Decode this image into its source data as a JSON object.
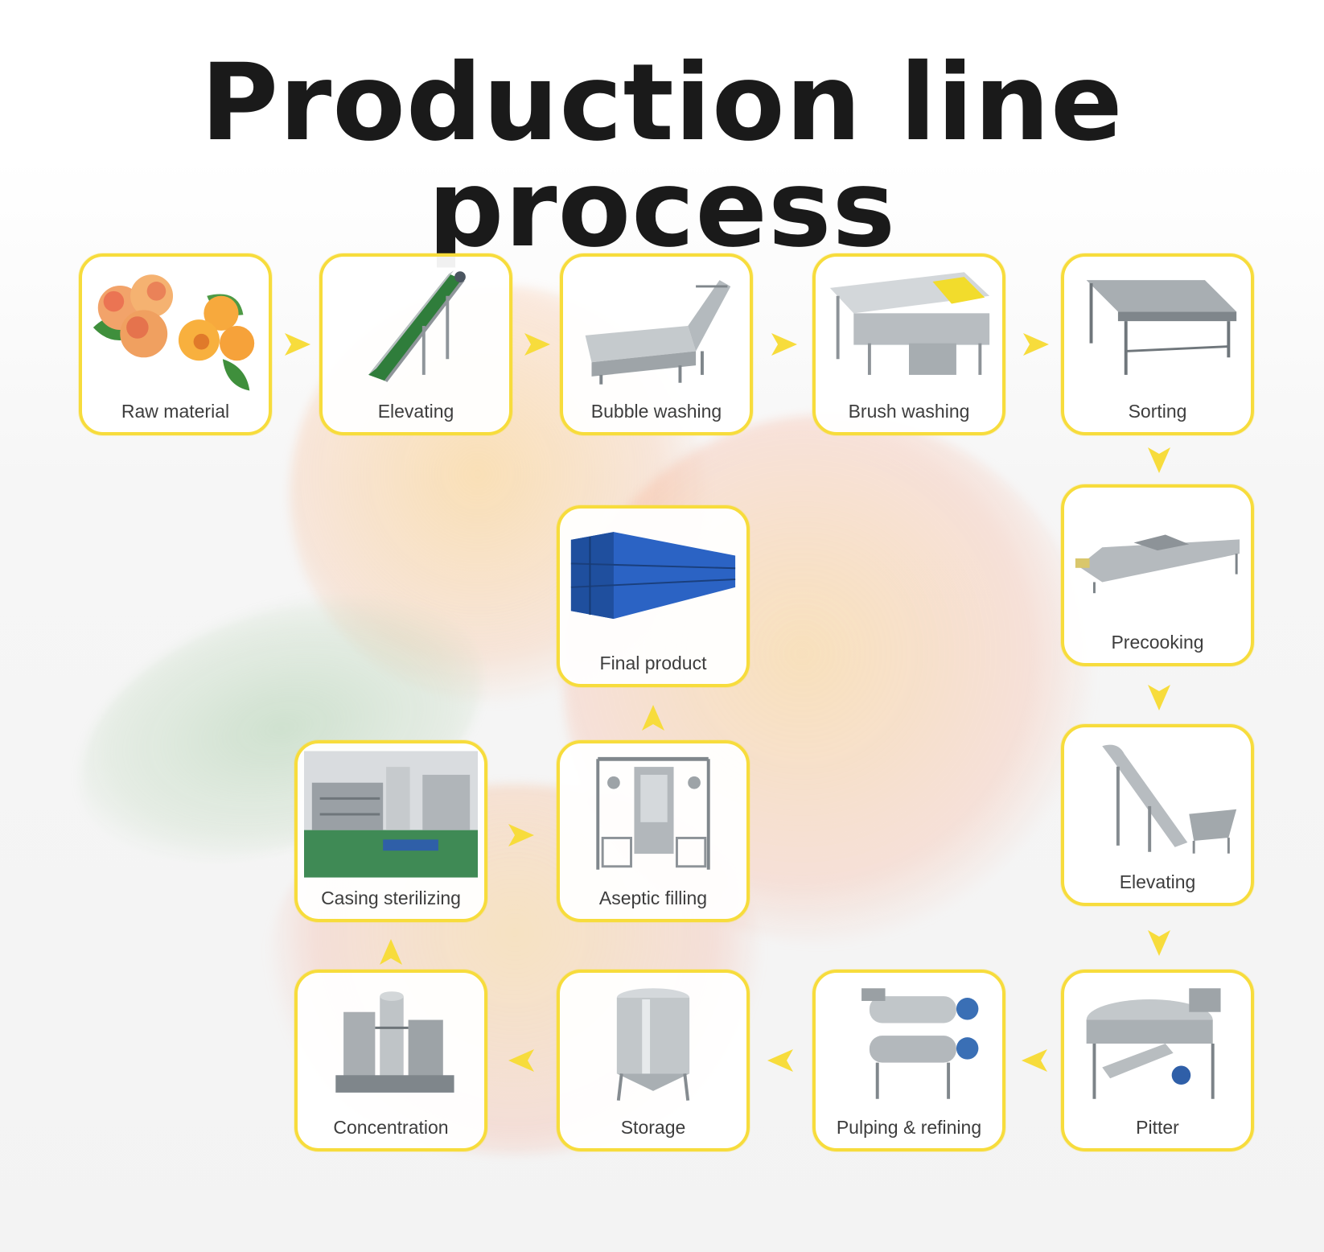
{
  "title": "Production line process",
  "colors": {
    "accent": "#f7dc3c",
    "text": "#1a1a1a",
    "label": "#3d3d3d",
    "machine": "#9aa0a6"
  },
  "steps": [
    {
      "label": "Raw material",
      "icon": "peach-apricot-icon"
    },
    {
      "label": "Elevating",
      "icon": "green-conveyor-elevator-icon"
    },
    {
      "label": "Bubble washing",
      "icon": "bubble-washer-icon"
    },
    {
      "label": "Brush washing",
      "icon": "brush-washer-icon"
    },
    {
      "label": "Sorting",
      "icon": "sorting-table-icon"
    },
    {
      "label": "Precooking",
      "icon": "precooker-icon"
    },
    {
      "label": "Elevating",
      "icon": "bucket-elevator-icon"
    },
    {
      "label": "Pitter",
      "icon": "pitting-machine-icon"
    },
    {
      "label": "Pulping & refining",
      "icon": "pulper-refiner-icon"
    },
    {
      "label": "Storage",
      "icon": "storage-tank-icon"
    },
    {
      "label": "Concentration",
      "icon": "evaporator-icon"
    },
    {
      "label": "Casing sterilizing",
      "icon": "tube-sterilizer-icon"
    },
    {
      "label": "Aseptic filling",
      "icon": "aseptic-filler-icon"
    },
    {
      "label": "Final product",
      "icon": "blue-drums-icon"
    }
  ]
}
